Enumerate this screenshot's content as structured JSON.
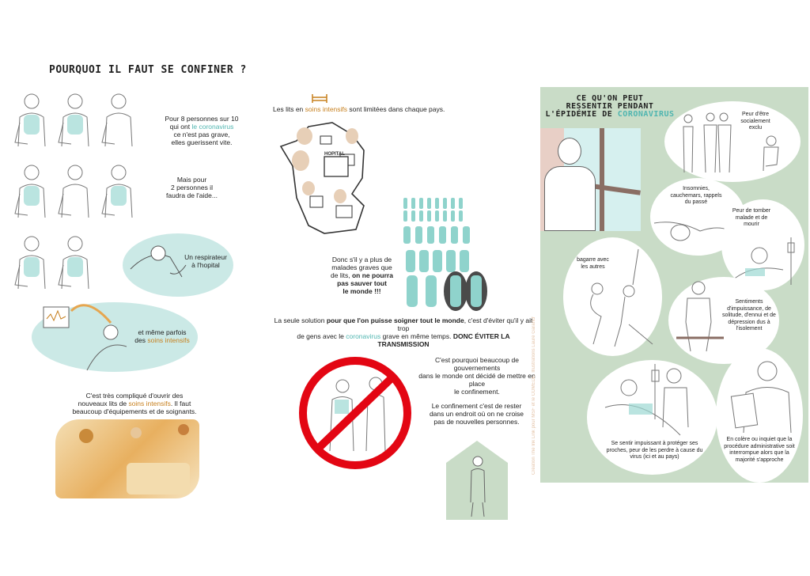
{
  "left": {
    "title": "POURQUOI IL FAUT SE CONFINER ?",
    "p1": {
      "a": "Pour 8 personnes sur 10",
      "b": "qui ont ",
      "b_hl": "le coronavirus",
      "c": "ce n'est pas grave,",
      "d": "elles guerissent vite."
    },
    "p2": {
      "a": "Mais pour",
      "b": "2 personnes il",
      "c": "faudra de l'aide..."
    },
    "p3": {
      "a": "Un respirateur",
      "b": "à l'hopital"
    },
    "p4": {
      "a": "et même parfois",
      "b": "des ",
      "b_hl": "soins intensifs"
    },
    "p5": {
      "a": "C'est très compliqué d'ouvrir des",
      "b": "nouveaux lits de ",
      "b_hl": "soins intensifs",
      "b2": ". Il faut",
      "c": "beaucoup d'équipements et de soignants."
    }
  },
  "middle": {
    "beds": {
      "a": "Les lits en ",
      "hl": "soins intensifs",
      "b": " sont limitées dans chaque pays."
    },
    "hospital_label": "HOPITAL",
    "donc": {
      "a": "Donc s'il y a plus de",
      "b": "malades graves que",
      "c": "de lits, ",
      "c_bold": "on ne pourra",
      "d": "pas sauver tout",
      "e": "le monde !!!"
    },
    "solution": {
      "a": "La seule solution ",
      "a_bold": "pour que l'on puisse soigner tout le monde",
      "a2": ", c'est d'éviter qu'il y ait trop",
      "b": "de gens avec le ",
      "b_hl": "coronavirus",
      "b2": " grave en même temps. ",
      "b_bold": "DONC ÉVITER LA TRANSMISSION"
    },
    "gov": {
      "a": "C'est pourquoi beaucoup de gouvernements",
      "b": "dans le monde ont décidé de mettre en place",
      "c": "le confinement."
    },
    "conf": {
      "a": "Le confinement c'est de rester",
      "b": "dans un endroit où on ne croise",
      "c": "pas de nouvelles personnes."
    }
  },
  "right": {
    "title": {
      "a": "CE QU'ON PEUT",
      "b": "RESSENTIR PENDANT",
      "c": "L'ÉPIDÉMIE DE ",
      "c_hl": "CORONAVIRUS"
    },
    "bubbles": {
      "exclu": "Peur d'être socialement exclu",
      "insomnies": "Insomnies, cauchemars, rappels du passé",
      "mourir": "Peur de tomber malade et de mourir",
      "bagarre": "bagarre avec les autres",
      "sentiments": "Sentiments d'impuissance, de solitude, d'ennui et de dépression dus à l'isolement",
      "impuissant": "Se sentir impuissant à protéger ses proches, peur de les perdre à cause du virus (ici et au pays)",
      "colere": "En colère ou inquiet que la procédure administrative soit interrompue alors que la majorité s'approche"
    },
    "credit": "Création The Ink Link pour MSF et le COMEDE. Illustrations Laure Garancher"
  },
  "colors": {
    "teal": "#4fb5b0",
    "orange": "#c7801f",
    "green_panel": "#c9dcc7",
    "red": "#e30613"
  }
}
